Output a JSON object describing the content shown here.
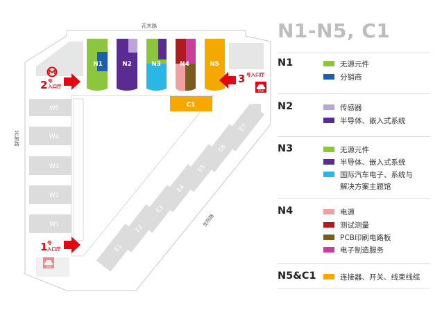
{
  "map": {
    "roads": {
      "north": "花木路",
      "west": "芳甸路",
      "southeast": "龙阳路"
    },
    "halls": {
      "n1": "N1",
      "n2": "N2",
      "n3": "N3",
      "n4": "N4",
      "n5": "N5",
      "c1": "C1",
      "w1": "W1",
      "w2": "W2",
      "w3": "W3",
      "w4": "W4",
      "w5": "W5",
      "e1": "E1",
      "e2": "E2",
      "e3": "E3",
      "e4": "E4",
      "e5": "E5",
      "e6": "E6",
      "e7": "E7"
    },
    "entrances": {
      "e1": {
        "num": "1",
        "line1": "号",
        "line2": "入口厅"
      },
      "e2": {
        "num": "2",
        "line1": "号",
        "line2": "入口厅"
      },
      "e3": {
        "num": "3",
        "line1": "号入口厅",
        "line2": ""
      }
    },
    "taxi": "TAXI"
  },
  "legend": {
    "title": "N1-N5, C1",
    "sections": [
      {
        "name": "N1",
        "items": [
          {
            "label": "无源元件",
            "color": "#8cc63f"
          },
          {
            "label": "分销商",
            "color": "#1d5fa8"
          }
        ]
      },
      {
        "name": "N2",
        "items": [
          {
            "label": "传感器",
            "color": "#b9a6d6"
          },
          {
            "label": "半导体、嵌入式系统",
            "color": "#5a2b91"
          }
        ]
      },
      {
        "name": "N3",
        "items": [
          {
            "label": "无源元件",
            "color": "#8cc63f"
          },
          {
            "label": "半导体、嵌入式系统",
            "color": "#5a2b91"
          },
          {
            "label": "国际汽车电子、系统与",
            "label2": "解决方案主题馆",
            "color": "#2bb7e6"
          }
        ]
      },
      {
        "name": "N4",
        "items": [
          {
            "label": "电源",
            "color": "#f0a0a0"
          },
          {
            "label": "测试测量",
            "color": "#b01c1c"
          },
          {
            "label": "PCB印刷电路板",
            "color": "#7a5c1e"
          },
          {
            "label": "电子制造服务",
            "color": "#c8409a"
          }
        ]
      },
      {
        "name": "N5&C1",
        "items": [
          {
            "label": "连接器、开关、线束线缆",
            "color": "#f5a800"
          }
        ]
      }
    ]
  },
  "colors": {
    "hall_gray": "#dcdcdc",
    "accent_red": "#e30613",
    "legend_title": "#bdbdbd"
  }
}
